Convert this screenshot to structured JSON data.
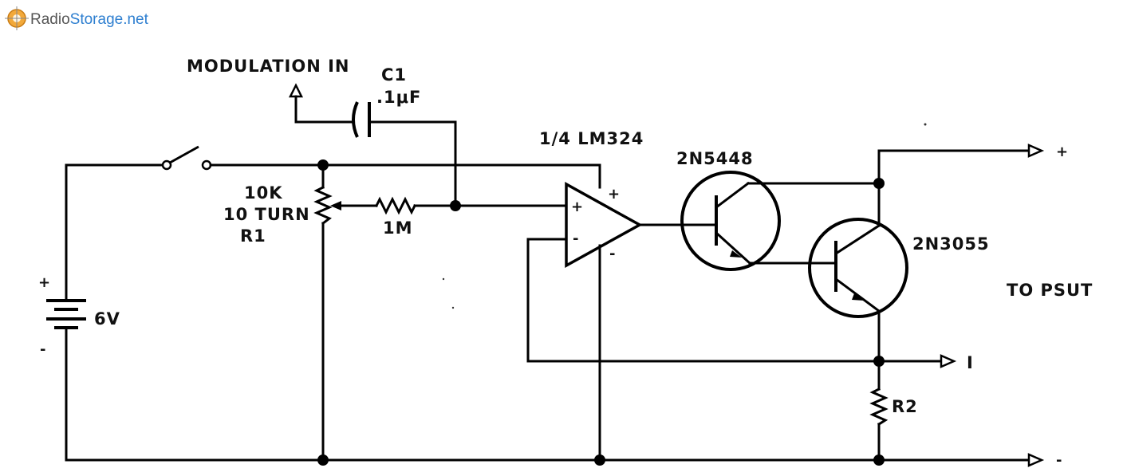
{
  "watermark": {
    "text_a": "Radio",
    "text_b": "Storage.net",
    "color_a": "#555555",
    "color_b": "#2e7fd0"
  },
  "labels": {
    "modulation_in": "MODULATION IN",
    "c1": "C1",
    "c1_value": ".1μF",
    "opamp": "1/4  LM324",
    "q1": "2N5448",
    "q2": "2N3055",
    "r1_value": "10K",
    "r1_turns": "10 TURN",
    "r1": "R1",
    "resistor_1m": "1M",
    "battery_plus": "+",
    "battery_voltage": "6V",
    "battery_minus": "-",
    "opamp_in_plus": "+",
    "opamp_in_minus": "-",
    "opamp_supply_plus": "+",
    "opamp_supply_minus": "-",
    "out_plus": "+",
    "out_current": "I",
    "out_minus": "-",
    "r2": "R2",
    "to_psut": "TO  PSUT"
  },
  "colors": {
    "ink": "#000000",
    "background": "#ffffff"
  }
}
